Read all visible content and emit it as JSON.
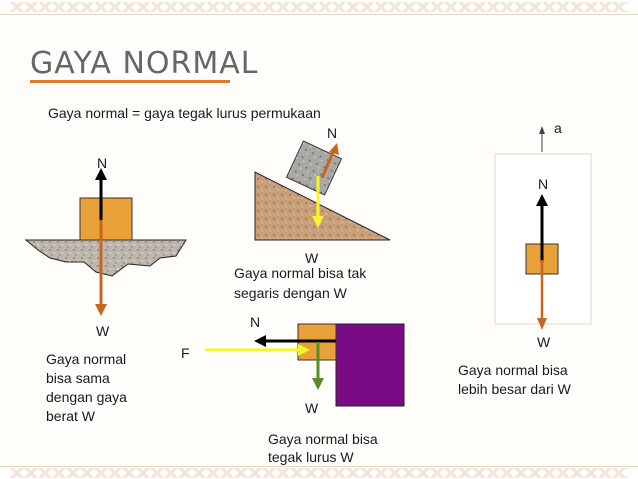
{
  "title": "GAYA NORMAL",
  "definition": "Gaya normal = gaya tegak lurus permukaan",
  "case1": {
    "label_n": "N",
    "label_w": "W",
    "caption": [
      "Gaya normal",
      "bisa sama",
      "dengan gaya",
      "berat W"
    ]
  },
  "case2": {
    "label_n": "N",
    "label_w": "W",
    "caption": [
      "Gaya normal bisa tak",
      "segaris dengan W"
    ]
  },
  "case3": {
    "label_n": "N",
    "label_w": "W",
    "label_f": "F",
    "caption": [
      "Gaya normal bisa",
      "tegak lurus W"
    ]
  },
  "case4": {
    "label_a": "a",
    "label_n": "N",
    "label_w": "W",
    "caption": [
      "Gaya normal bisa",
      "lebih besar dari W"
    ]
  },
  "colors": {
    "title": "#666666",
    "accent": "#e07b28",
    "block": "#e8a038",
    "weight_arrow": "#c8661f",
    "normal_arrow": "#000000",
    "yellow_arrow": "#f5f52a",
    "green_arrow": "#5a8a2a",
    "wall": "#7b0a85"
  }
}
